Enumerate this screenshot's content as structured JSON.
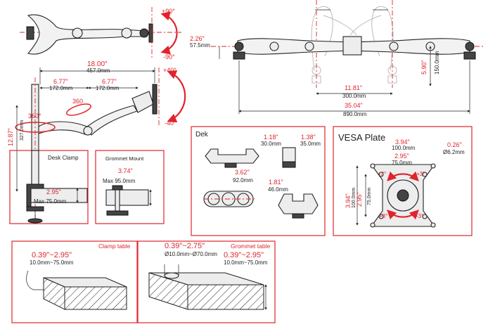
{
  "colors": {
    "accent": "#e0242b",
    "line": "#222222"
  },
  "top_view": {
    "angle_up": "+90°",
    "angle_down": "-90°"
  },
  "side_view": {
    "reach_in": "18.00\"",
    "reach_mm": "457.0mm",
    "seg1_in": "6.77\"",
    "seg1_mm": "172.0mm",
    "seg2_in": "6.77\"",
    "seg2_mm": "172.0mm",
    "tilt_up": "+40°",
    "tilt_down": "-40°",
    "rot_a": "360°",
    "rot_b": "360",
    "pole_in": "12.87\"",
    "pole_mm": "327.0mm"
  },
  "dual_view": {
    "left_in": "2.26\"",
    "left_mm": "57.5mm",
    "vert_in": "5.90\"",
    "vert_mm": "150.0mm",
    "mid_in": "11.81\"",
    "mid_mm": "300.0mm",
    "span_in": "35.04\"",
    "span_mm": "890.0mm"
  },
  "desk_clamp": {
    "title": "Desk Clamp",
    "depth_in": "2.95\"",
    "max": "Max 75.0mm"
  },
  "grommet": {
    "title": "Grommet Mount",
    "depth_in": "3.74\"",
    "max": "Max 95.0mm"
  },
  "dek": {
    "title": "Dek",
    "w1_in": "1.18\"",
    "w1_mm": "30.0mm",
    "w2_in": "1.38\"",
    "w2_mm": "35.0mm",
    "d_in": "3.62\"",
    "d_mm": "92.0mm",
    "h_in": "1.81\"",
    "h_mm": "46.0mm"
  },
  "vesa": {
    "title": "VESA Plate",
    "outer_in": "3.94\"",
    "outer_mm": "100.0mm",
    "inner_in": "2.95\"",
    "inner_mm": "75.0mm",
    "hole_in": "0.26\"",
    "hole_mm": "Ø6.2mm",
    "v_outer_in": "3.94\"",
    "v_outer_mm": "100.0mm",
    "v_inner_in": "2.95\"",
    "v_inner_mm": "75.0mm",
    "rot_a": "-3°",
    "rot_b": "+3°",
    "rot_c": "+3°",
    "rot_d": "-3°"
  },
  "clamp_table": {
    "title": "Clamp table",
    "range_in": "0.39\"~2.95\"",
    "range_mm": "10.0mm~75.0mm"
  },
  "grommet_table": {
    "title": "Grommet  table",
    "hole_in": "0.39\"~2.75\"",
    "hole_mm": "Ø10.0mm~Ø70.0mm",
    "range_in": "0.39\"~2.95\"",
    "range_mm": "10.0mm~75.0mm"
  }
}
